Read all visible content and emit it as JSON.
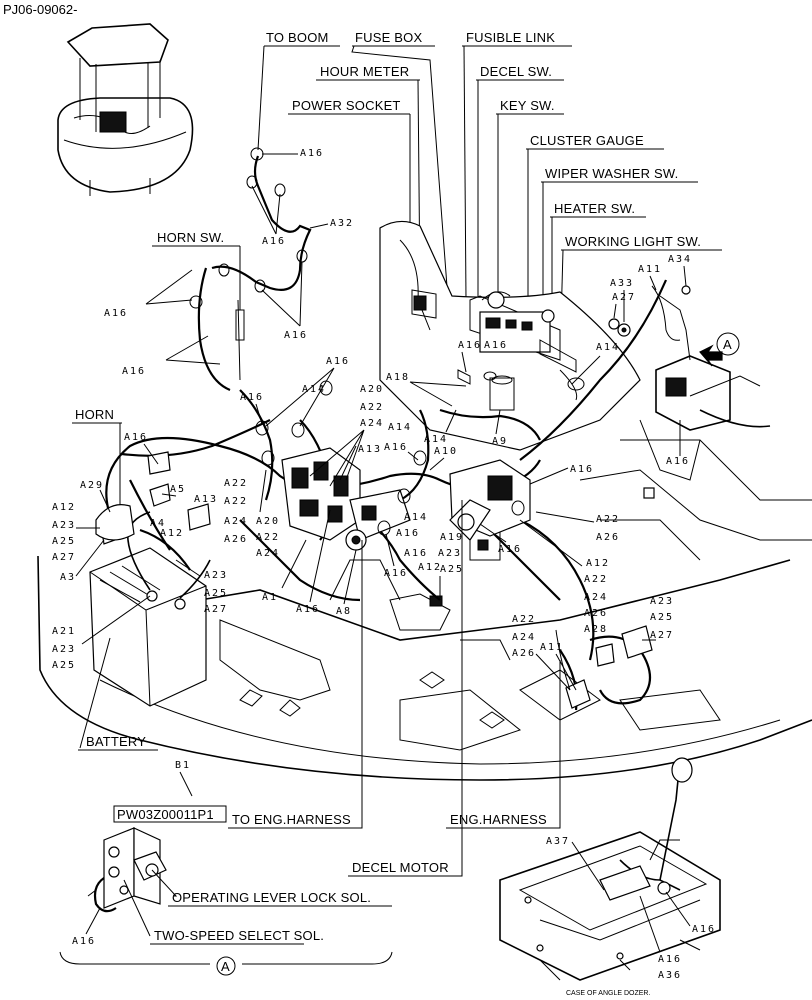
{
  "doc_id": "PJ06-09062-",
  "labels": {
    "to_boom": "TO BOOM",
    "fuse_box": "FUSE BOX",
    "fusible_link": "FUSIBLE LINK",
    "hour_meter": "HOUR METER",
    "decel_sw": "DECEL SW.",
    "power_socket": "POWER SOCKET",
    "key_sw": "KEY SW.",
    "cluster_gauge": "CLUSTER GAUGE",
    "wiper_washer_sw": "WIPER WASHER SW.",
    "heater_sw": "HEATER SW.",
    "horn_sw": "HORN SW.",
    "working_light_sw": "WORKING LIGHT SW.",
    "horn": "HORN",
    "battery": "BATTERY",
    "part_number": "PW03Z00011P1",
    "to_eng_harness": "TO ENG.HARNESS",
    "eng_harness": "ENG.HARNESS",
    "decel_motor": "DECEL MOTOR",
    "operating_lever_lock_sol": "OPERATING LEVER LOCK SOL.",
    "two_speed_select_sol": "TWO-SPEED SELECT SOL.",
    "case_note": "CASE OF ANGLE DOZER.",
    "view_a": "A",
    "b1": "B1"
  },
  "parts": {
    "a16": "A16",
    "a32": "A32",
    "a18": "A18",
    "a20": "A20",
    "a22": "A22",
    "a24": "A24",
    "a14": "A14",
    "a13": "A13",
    "a10": "A10",
    "a9": "A9",
    "a27": "A27",
    "a33": "A33",
    "a11": "A11",
    "a34": "A34",
    "a29": "A29",
    "a5": "A5",
    "a12": "A12",
    "a23": "A23",
    "a25": "A25",
    "a4": "A4",
    "a3": "A3",
    "a26": "A26",
    "a1": "A1",
    "a8": "A8",
    "a19": "A19",
    "a21": "A21",
    "a28": "A28",
    "a37": "A37",
    "a36": "A36"
  }
}
